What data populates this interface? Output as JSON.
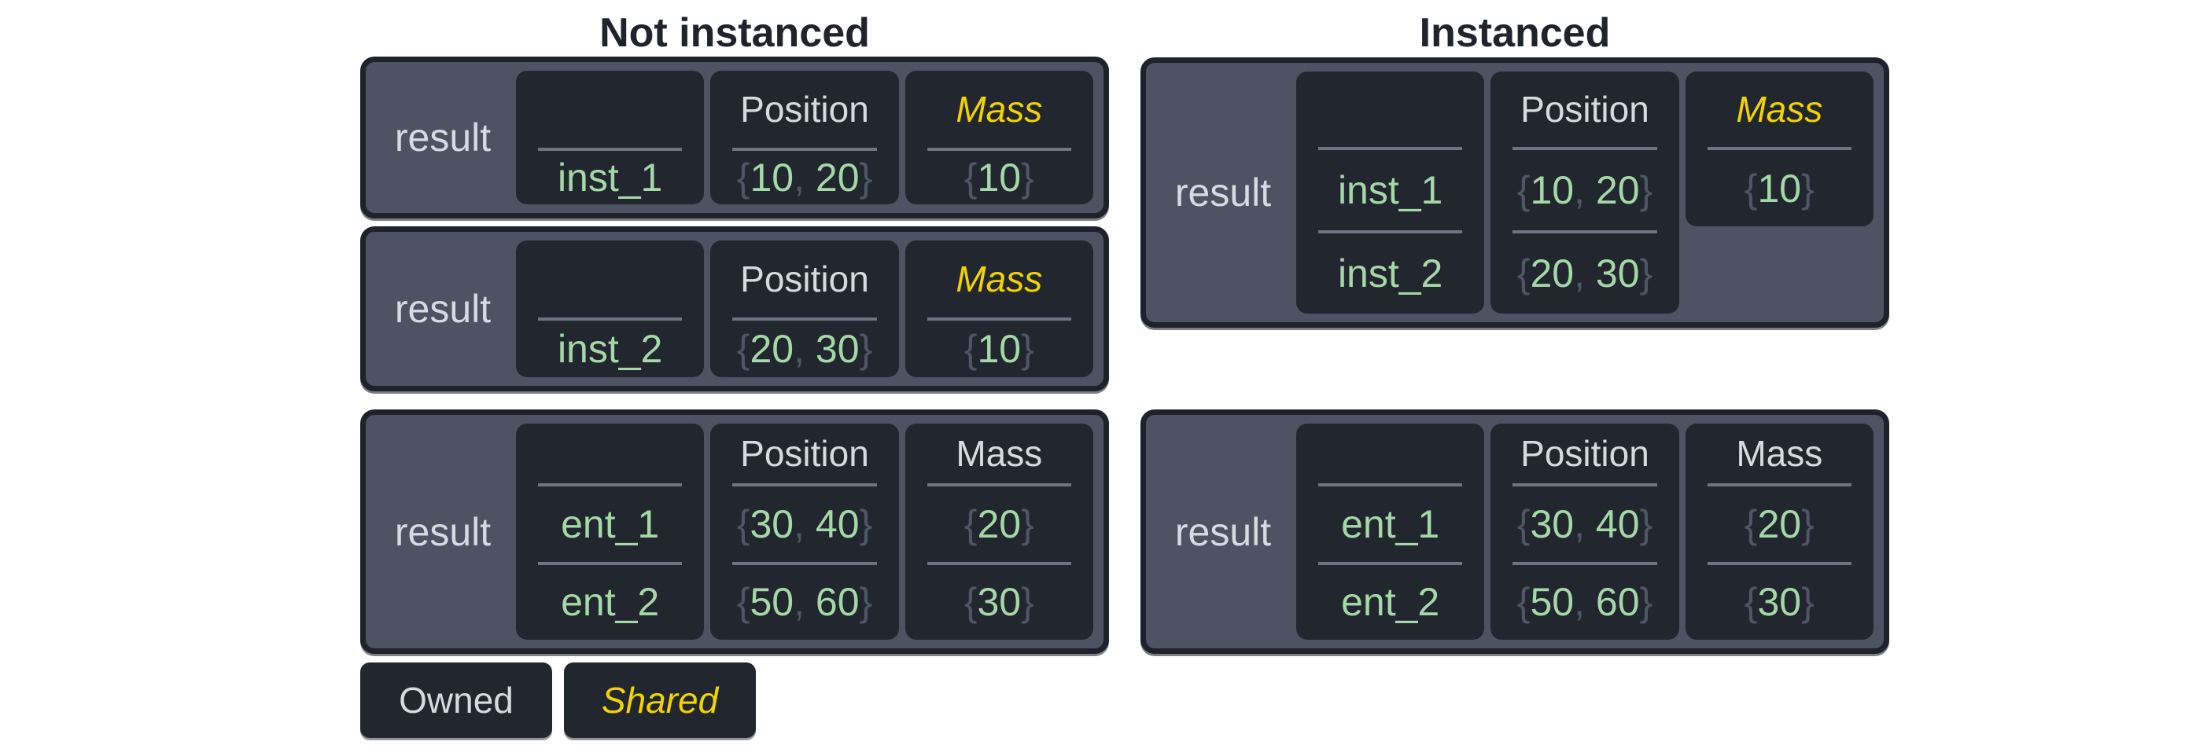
{
  "diagram": {
    "left": {
      "title": "Not instanced",
      "blocks": [
        {
          "result_label": "result",
          "entity_header": "",
          "position_header": "Position",
          "mass_header": "Mass",
          "rows": [
            {
              "entity": "inst_1",
              "position": [
                "10",
                "20"
              ],
              "mass": "10"
            }
          ]
        },
        {
          "result_label": "result",
          "entity_header": "",
          "position_header": "Position",
          "mass_header": "Mass",
          "rows": [
            {
              "entity": "inst_2",
              "position": [
                "20",
                "30"
              ],
              "mass": "10"
            }
          ]
        },
        {
          "result_label": "result",
          "entity_header": "",
          "position_header": "Position",
          "mass_header": "Mass",
          "rows": [
            {
              "entity": "ent_1",
              "position": [
                "30",
                "40"
              ],
              "mass": "20"
            },
            {
              "entity": "ent_2",
              "position": [
                "50",
                "60"
              ],
              "mass": "30"
            }
          ]
        }
      ]
    },
    "right": {
      "title": "Instanced",
      "blocks": [
        {
          "result_label": "result",
          "entity_header": "",
          "position_header": "Position",
          "mass_header": "Mass",
          "shared_mass": "10",
          "rows": [
            {
              "entity": "inst_1",
              "position": [
                "10",
                "20"
              ]
            },
            {
              "entity": "inst_2",
              "position": [
                "20",
                "30"
              ]
            }
          ]
        },
        {
          "result_label": "result",
          "entity_header": "",
          "position_header": "Position",
          "mass_header": "Mass",
          "rows": [
            {
              "entity": "ent_1",
              "position": [
                "30",
                "40"
              ],
              "mass": "20"
            },
            {
              "entity": "ent_2",
              "position": [
                "50",
                "60"
              ],
              "mass": "30"
            }
          ]
        }
      ]
    },
    "legend": {
      "owned_label": "Owned",
      "shared_label": "Shared"
    },
    "punct": {
      "open": "{",
      "close": "}",
      "comma": ", "
    }
  },
  "colors": {
    "owned_text": "#d6dae1",
    "shared_yellow": "#f3d400",
    "value_green": "#a5d8a7",
    "punct_gray": "#4f5665",
    "panel_slate": "#4d5363",
    "cell_dark": "#22262e",
    "border_dark": "#1e222c",
    "title_dark": "#20232b"
  }
}
